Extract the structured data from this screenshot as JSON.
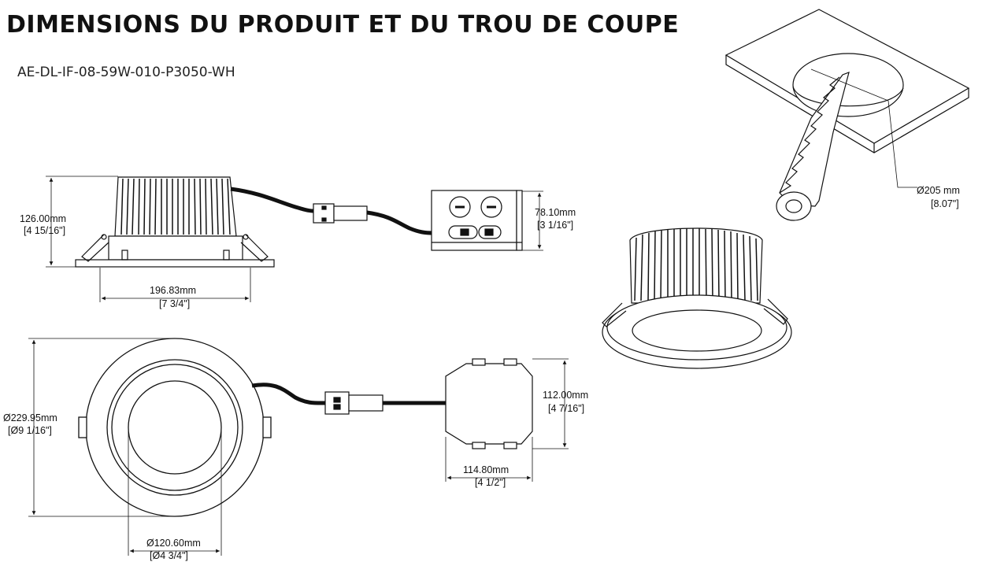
{
  "title": "DIMENSIONS DU PRODUIT ET DU TROU DE COUPE",
  "model": "AE-DL-IF-08-59W-010-P3050-WH",
  "dimensions": {
    "side_height_mm": "126.00mm",
    "side_height_in": "[4 15/16\"]",
    "side_width_mm": "196.83mm",
    "side_width_in": "[7 3/4\"]",
    "box_height_mm": "78.10mm",
    "box_height_in": "[3 1/16\"]",
    "cutout_mm": "Ø205 mm",
    "cutout_in": "[8.07\"]",
    "outer_diameter_mm": "Ø229.95mm",
    "outer_diameter_in": "[Ø9 1/16\"]",
    "box_depth_mm": "112.00mm",
    "box_depth_in": "[4 7/16\"]",
    "box_width_mm": "114.80mm",
    "box_width_in": "[4 1/2\"]",
    "inner_diameter_mm": "Ø120.60mm",
    "inner_diameter_in": "[Ø4 3/4\"]"
  },
  "line_color": "#111111"
}
